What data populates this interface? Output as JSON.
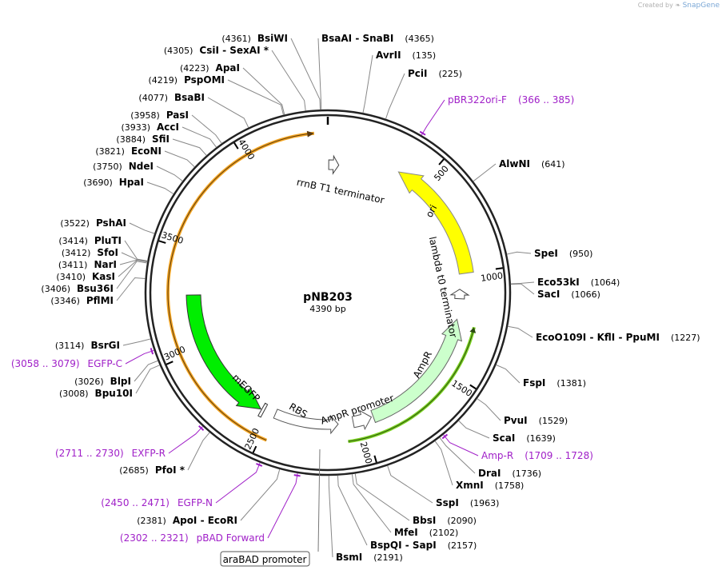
{
  "credit": {
    "text": "Created by",
    "brand": "SnapGene"
  },
  "plasmid": {
    "name": "pNB203",
    "size_label": "4390 bp",
    "length": 4390
  },
  "scale_ticks": [
    {
      "bp": 500,
      "label": "500"
    },
    {
      "bp": 1000,
      "label": "1000"
    },
    {
      "bp": 1500,
      "label": "1500"
    },
    {
      "bp": 2000,
      "label": "2000"
    },
    {
      "bp": 2500,
      "label": "2500"
    },
    {
      "bp": 3000,
      "label": "3000"
    },
    {
      "bp": 3500,
      "label": "3500"
    },
    {
      "bp": 4000,
      "label": "4000"
    }
  ],
  "enzymes": [
    {
      "side": "R",
      "bp": 4365,
      "name": "BsaAI  -  SnaBI",
      "pos": "(4365)"
    },
    {
      "side": "R",
      "bp": 135,
      "name": "AvrII",
      "pos": "(135)"
    },
    {
      "side": "R",
      "bp": 225,
      "name": "PciI",
      "pos": "(225)"
    },
    {
      "side": "R",
      "bp": 641,
      "name": "AlwNI",
      "pos": "(641)"
    },
    {
      "side": "R",
      "bp": 950,
      "name": "SpeI",
      "pos": "(950)"
    },
    {
      "side": "R",
      "bp": 1064,
      "name": "Eco53kI",
      "pos": "(1064)"
    },
    {
      "side": "R",
      "bp": 1066,
      "name": "SacI",
      "pos": "(1066)"
    },
    {
      "side": "R",
      "bp": 1227,
      "name": "EcoO109I  -  KflI  -  PpuMI",
      "pos": "(1227)"
    },
    {
      "side": "R",
      "bp": 1381,
      "name": "FspI",
      "pos": "(1381)"
    },
    {
      "side": "R",
      "bp": 1529,
      "name": "PvuI",
      "pos": "(1529)"
    },
    {
      "side": "R",
      "bp": 1639,
      "name": "ScaI",
      "pos": "(1639)"
    },
    {
      "side": "R",
      "bp": 1736,
      "name": "DraI",
      "pos": "(1736)"
    },
    {
      "side": "R",
      "bp": 1758,
      "name": "XmnI",
      "pos": "(1758)"
    },
    {
      "side": "R",
      "bp": 1963,
      "name": "SspI",
      "pos": "(1963)"
    },
    {
      "side": "R",
      "bp": 2090,
      "name": "BbsI",
      "pos": "(2090)"
    },
    {
      "side": "R",
      "bp": 2102,
      "name": "MfeI",
      "pos": "(2102)"
    },
    {
      "side": "R",
      "bp": 2157,
      "name": "BspQI  -  SapI",
      "pos": "(2157)"
    },
    {
      "side": "R",
      "bp": 2191,
      "name": "BsmI",
      "pos": "(2191)"
    },
    {
      "side": "L",
      "bp": 4361,
      "name": "BsiWI",
      "pos": "(4361)"
    },
    {
      "side": "L",
      "bp": 4305,
      "name": "CsiI  -  SexAI *",
      "pos": "(4305)"
    },
    {
      "side": "L",
      "bp": 4223,
      "name": "ApaI",
      "pos": "(4223)"
    },
    {
      "side": "L",
      "bp": 4219,
      "name": "PspOMI",
      "pos": "(4219)"
    },
    {
      "side": "L",
      "bp": 4077,
      "name": "BsaBI",
      "pos": "(4077)"
    },
    {
      "side": "L",
      "bp": 3958,
      "name": "PasI",
      "pos": "(3958)"
    },
    {
      "side": "L",
      "bp": 3933,
      "name": "AccI",
      "pos": "(3933)"
    },
    {
      "side": "L",
      "bp": 3884,
      "name": "SfiI",
      "pos": "(3884)"
    },
    {
      "side": "L",
      "bp": 3821,
      "name": "EcoNI",
      "pos": "(3821)"
    },
    {
      "side": "L",
      "bp": 3750,
      "name": "NdeI",
      "pos": "(3750)"
    },
    {
      "side": "L",
      "bp": 3690,
      "name": "HpaI",
      "pos": "(3690)"
    },
    {
      "side": "L",
      "bp": 3522,
      "name": "PshAI",
      "pos": "(3522)"
    },
    {
      "side": "L",
      "bp": 3414,
      "name": "PluTI",
      "pos": "(3414)"
    },
    {
      "side": "L",
      "bp": 3412,
      "name": "SfoI",
      "pos": "(3412)"
    },
    {
      "side": "L",
      "bp": 3411,
      "name": "NarI",
      "pos": "(3411)"
    },
    {
      "side": "L",
      "bp": 3410,
      "name": "KasI",
      "pos": "(3410)"
    },
    {
      "side": "L",
      "bp": 3406,
      "name": "Bsu36I",
      "pos": "(3406)"
    },
    {
      "side": "L",
      "bp": 3346,
      "name": "PflMI",
      "pos": "(3346)"
    },
    {
      "side": "L",
      "bp": 3114,
      "name": "BsrGI",
      "pos": "(3114)"
    },
    {
      "side": "L",
      "bp": 3026,
      "name": "BlpI",
      "pos": "(3026)"
    },
    {
      "side": "L",
      "bp": 3008,
      "name": "Bpu10I",
      "pos": "(3008)"
    },
    {
      "side": "L",
      "bp": 2685,
      "name": "PfoI *",
      "pos": "(2685)"
    },
    {
      "side": "L",
      "bp": 2381,
      "name": "ApoI  -  EcoRI",
      "pos": "(2381)"
    }
  ],
  "primers": [
    {
      "side": "R",
      "bp": 375,
      "name": "pBR322ori-F",
      "range": "(366 .. 385)"
    },
    {
      "side": "R",
      "bp": 1718,
      "name": "Amp-R",
      "range": "(1709 .. 1728)"
    },
    {
      "side": "L",
      "bp": 3068,
      "name": "EGFP-C",
      "range": "(3058 .. 3079)"
    },
    {
      "side": "L",
      "bp": 2720,
      "name": "EXFP-R",
      "range": "(2711 .. 2730)"
    },
    {
      "side": "L",
      "bp": 2460,
      "name": "EGFP-N",
      "range": "(2450 .. 2471)"
    },
    {
      "side": "L",
      "bp": 2311,
      "name": "pBAD Forward",
      "range": "(2302 .. 2321)"
    }
  ],
  "features": [
    {
      "name": "rrnB T1 terminator",
      "kind": "terminator"
    },
    {
      "name": "ori",
      "kind": "origin",
      "color": "#ffff00"
    },
    {
      "name": "lambda t0 terminator",
      "kind": "terminator"
    },
    {
      "name": "AmpR",
      "kind": "cds",
      "color": "#ccffcc"
    },
    {
      "name": "AmpR promoter",
      "kind": "promoter"
    },
    {
      "name": "RBS",
      "kind": "rbs"
    },
    {
      "name": "mEGFP",
      "kind": "cds",
      "color": "#00ee00"
    },
    {
      "name": "araBAD promoter",
      "kind": "promoter"
    }
  ],
  "colors": {
    "primer": "#a020c8",
    "orf_orange": "#f5a623",
    "orf_green": "#7bd321"
  }
}
